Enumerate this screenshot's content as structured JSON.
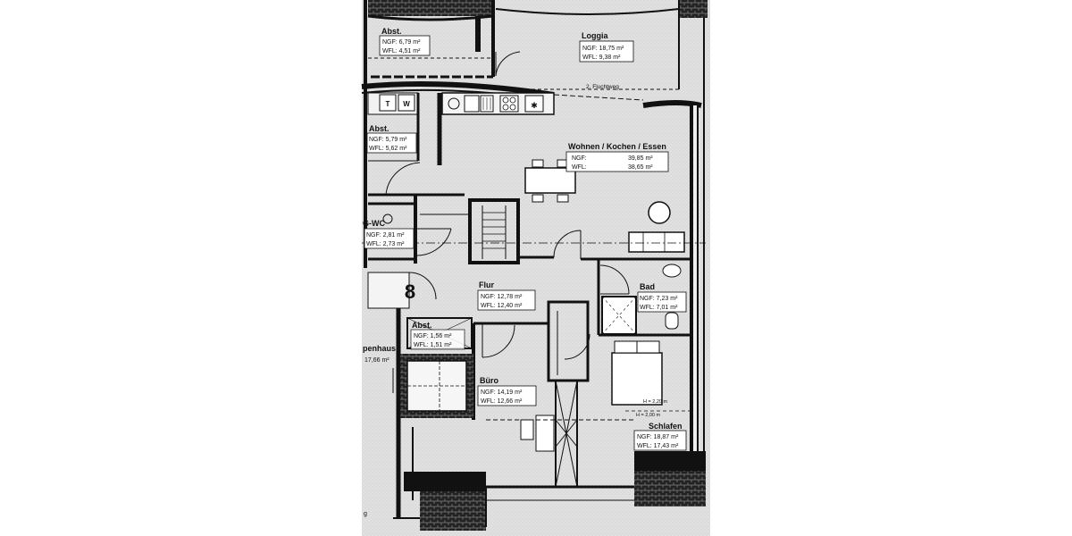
{
  "unit_number": "8",
  "rooms": [
    {
      "id": "abst-top",
      "name": "Abst.",
      "ngf": "NGF: 6,79 m²",
      "wfl": "WFL: 4,51 m²"
    },
    {
      "id": "loggia",
      "name": "Loggia",
      "ngf": "NGF: 18,75 m²",
      "wfl": "WFL:   9,38 m²"
    },
    {
      "id": "abst-left",
      "name": "Abst.",
      "ngf": "NGF: 5,79 m²",
      "wfl": "WFL: 5,62 m²"
    },
    {
      "id": "wohnen",
      "name": "Wohnen / Kochen / Essen",
      "ngf": "NGF:",
      "ngf_value": "39,85 m²",
      "wfl": "WFL:",
      "wfl_value": "38,65 m²"
    },
    {
      "id": "gwc",
      "name": "G-WC",
      "ngf": "NGF: 2,81 m²",
      "wfl": "WFL: 2,73 m²"
    },
    {
      "id": "flur",
      "name": "Flur",
      "ngf": "NGF: 12,78 m²",
      "wfl": "WFL: 12,40 m²"
    },
    {
      "id": "bad",
      "name": "Bad",
      "ngf": "NGF: 7,23 m²",
      "wfl": "WFL: 7,01 m²"
    },
    {
      "id": "abst-small",
      "name": "Abst.",
      "ngf": "NGF: 1,56 m²",
      "wfl": "WFL: 1,51 m²"
    },
    {
      "id": "treppenhaus",
      "name": "penhaus",
      "ngf": "17,66 m²"
    },
    {
      "id": "buero",
      "name": "Büro",
      "ngf": "NGF: 14,19 m²",
      "wfl": "WFL: 12,66 m²"
    },
    {
      "id": "schlafen",
      "name": "Schlafen",
      "ngf": "NGF: 18,87 m²",
      "wfl": "WFL: 17,43 m²"
    }
  ],
  "annotations": {
    "fluchtweg": "2. Fluchtweg",
    "height_1": "H = 2,20 m",
    "height_2": "H = 2,00 m",
    "washer_t": "T",
    "washer_w": "W",
    "edge_g": "g"
  },
  "colors": {
    "ink": "#111111",
    "paper": "#e8e8e8",
    "background": "#ffffff",
    "hatch": "#333333"
  }
}
